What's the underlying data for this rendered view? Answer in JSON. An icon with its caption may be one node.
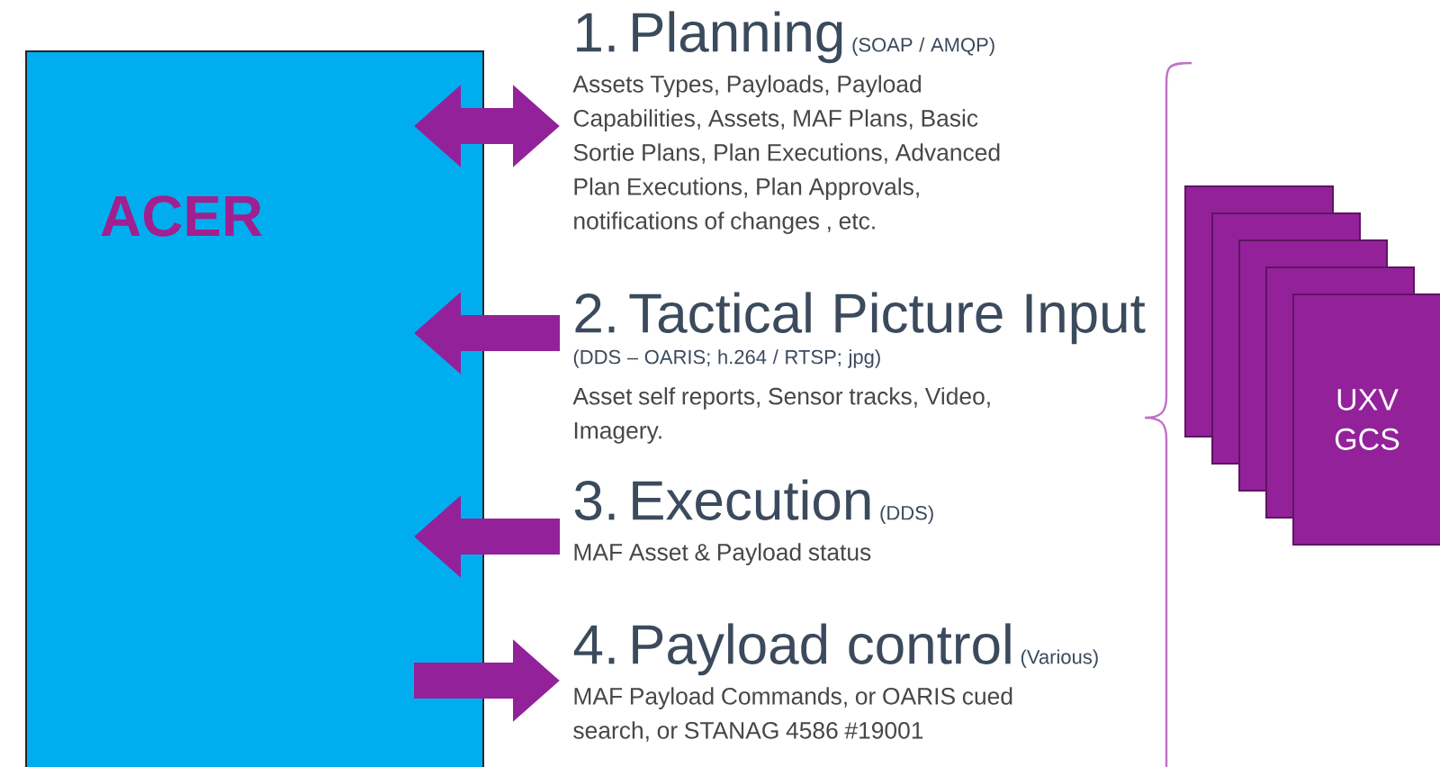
{
  "diagram": {
    "nodes": [
      {
        "text": [
          "ACER"
        ]
      },
      {
        "text": [
          "1. Planning",
          "(SOAP / AMQP)",
          "Assets Types, Payloads, Payload Capabilities, Assets, MAF Plans, Basic Sortie Plans, Plan Executions, Advanced Plan Executions, Plan Approvals, notifications of changes , etc."
        ]
      },
      {
        "text": [
          "2. Tactical Picture Input",
          "(DDS – OARIS; h.264 / RTSP; jpg)",
          "Asset self reports, Sensor tracks, Video, Imagery."
        ]
      },
      {
        "text": [
          "3. Execution",
          "(DDS)",
          "MAF Asset & Payload status"
        ]
      },
      {
        "text": [
          "4. Payload control",
          "(Various)",
          "MAF Payload Commands, or OARIS cued search, or STANAG 4586 #19001"
        ]
      },
      {
        "text": [],
        "shape": "box"
      },
      {
        "text": [],
        "shape": "box"
      },
      {
        "text": [],
        "shape": "box"
      },
      {
        "text": [],
        "shape": "box"
      },
      {
        "text": [
          "UXV GCS"
        ]
      }
    ],
    "edges": [
      {
        "from": 0,
        "to": 1,
        "arrow": "both"
      },
      {
        "from": 2,
        "to": 0,
        "arrow": "to"
      },
      {
        "from": 3,
        "to": 0,
        "arrow": "to"
      },
      {
        "from": 0,
        "to": 4,
        "arrow": "to"
      }
    ]
  }
}
